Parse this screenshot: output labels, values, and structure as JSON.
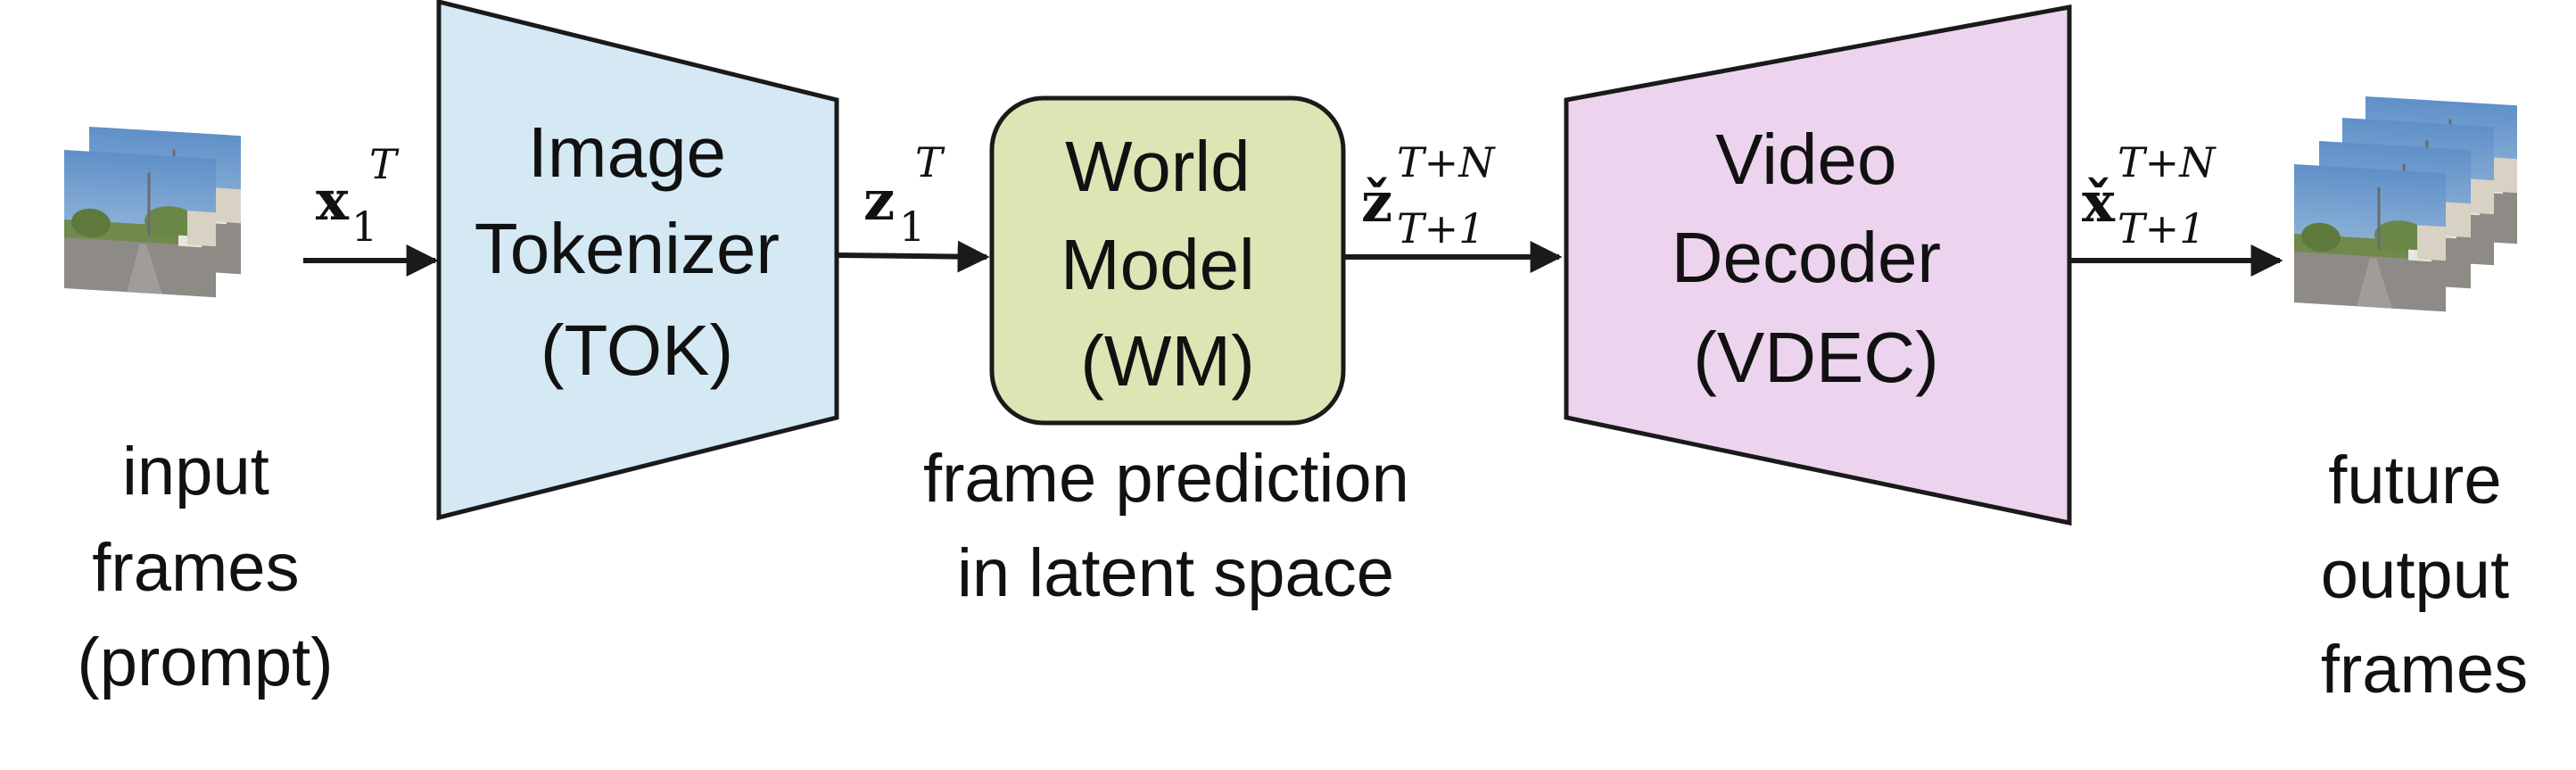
{
  "input_frames": {
    "caption_lines": [
      "input",
      "frames",
      "(prompt)"
    ]
  },
  "tokenizer": {
    "label_lines": [
      "Image",
      "Tokenizer",
      "(TOK)"
    ],
    "fill": "#d5e9f4"
  },
  "world_model": {
    "label_lines": [
      "World",
      "Model",
      "(WM)"
    ],
    "caption_lines": [
      "frame prediction",
      "in latent space"
    ],
    "fill": "#dde5b4"
  },
  "decoder": {
    "label_lines": [
      "Video",
      "Decoder",
      "(VDEC)"
    ],
    "fill": "#ecd3ee"
  },
  "output_frames": {
    "caption_lines": [
      "future",
      "output",
      "frames"
    ]
  },
  "signals": {
    "x_in": {
      "base": "x",
      "sub": "1",
      "sup": "T"
    },
    "z_in": {
      "base": "z",
      "sub": "1",
      "sup": "T"
    },
    "z_out": {
      "base": "ž",
      "sub": "T+1",
      "sup": "T+N"
    },
    "x_out": {
      "base": "x̌",
      "sub": "T+1",
      "sup": "T+N"
    }
  },
  "colors": {
    "stroke": "#1a1a1a",
    "sky_top": "#5f90c8",
    "sky_bottom": "#a9c6e0",
    "road": "#8f8c86",
    "trees": "#6a7f45"
  }
}
